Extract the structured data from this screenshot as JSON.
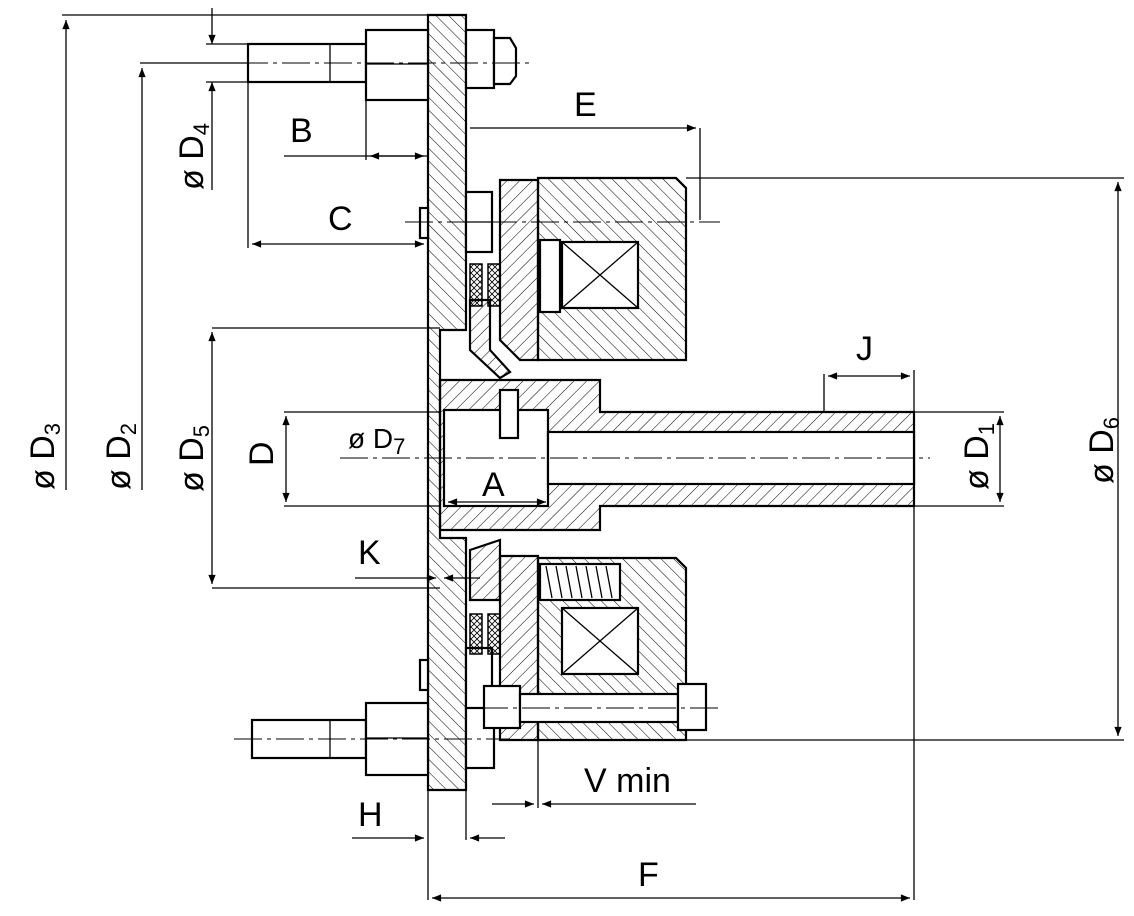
{
  "diagram": {
    "labels": {
      "D3": {
        "prefix": "ø D",
        "sub": "3"
      },
      "D2": {
        "prefix": "ø D",
        "sub": "2"
      },
      "D4": {
        "prefix": "ø D",
        "sub": "4"
      },
      "D5": {
        "prefix": "ø D",
        "sub": "5"
      },
      "D7": {
        "prefix": "ø D",
        "sub": "7"
      },
      "D1": {
        "prefix": "ø D",
        "sub": "1"
      },
      "D6": {
        "prefix": "ø D",
        "sub": "6"
      },
      "B": "B",
      "C": "C",
      "D": "D",
      "E": "E",
      "J": "J",
      "K": "K",
      "A": "A",
      "H": "H",
      "F": "F",
      "Vmin": "V min"
    }
  }
}
